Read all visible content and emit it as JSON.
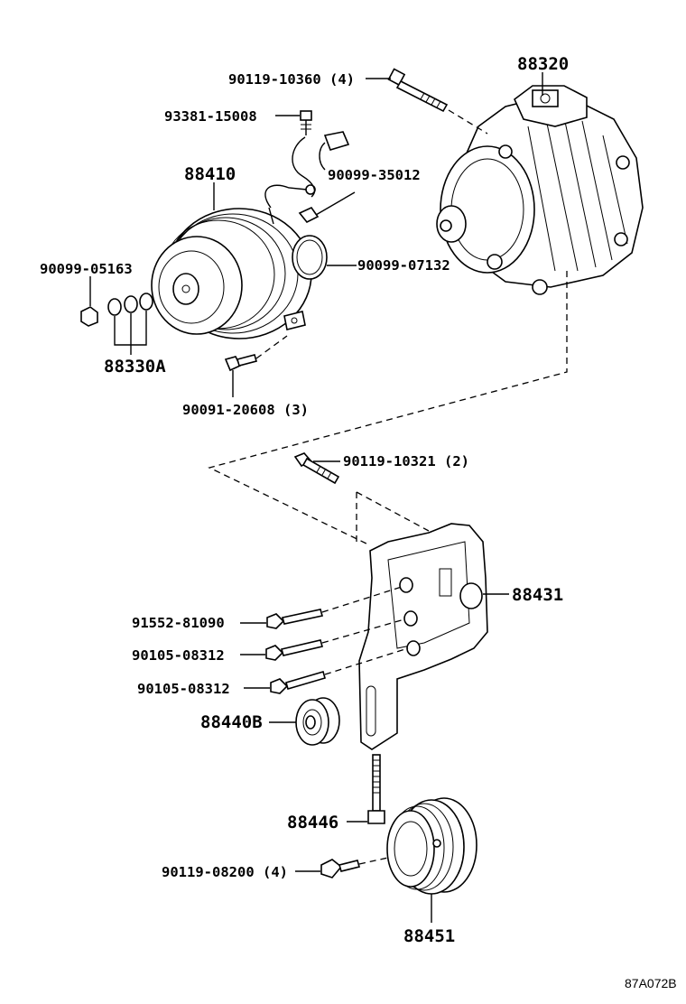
{
  "diagram": {
    "drawing_code": "87A072B",
    "parts": {
      "p88320": "88320",
      "p90119_10360": "90119-10360 (4)",
      "p93381_15008": "93381-15008",
      "p88410": "88410",
      "p90099_35012": "90099-35012",
      "p90099_05163": "90099-05163",
      "p90099_07132": "90099-07132",
      "p88330A": "88330A",
      "p90091_20608": "90091-20608 (3)",
      "p90119_10321": "90119-10321 (2)",
      "p88431": "88431",
      "p91552_81090": "91552-81090",
      "p90105_08312_a": "90105-08312",
      "p90105_08312_b": "90105-08312",
      "p88440B": "88440B",
      "p88446": "88446",
      "p90119_08200": "90119-08200 (4)",
      "p88451": "88451"
    }
  }
}
